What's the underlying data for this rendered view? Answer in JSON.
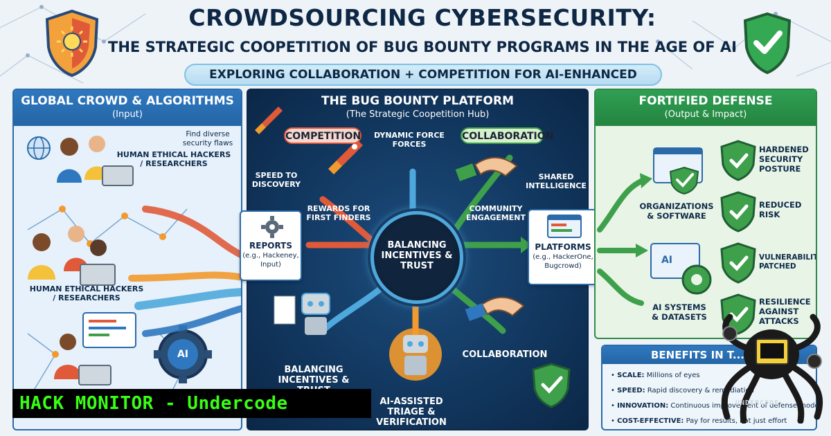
{
  "header": {
    "title": "CROWDSOURCING CYBERSECURITY:",
    "subtitle": "THE STRATEGIC COOPETITION OF BUG BOUNTY PROGRAMS IN THE AGE OF AI",
    "banner": "EXPLORING COLLABORATION + COMPETITION FOR AI-ENHANCED DEFENSE"
  },
  "left_panel": {
    "title": "GLOBAL CROWD & ALGORITHMS",
    "subtitle": "(Input)",
    "note": "Find diverse security flaws",
    "label_top": "HUMAN ETHICAL HACKERS / RESEARCHERS",
    "label_bottom": "HUMAN ETHICAL HACKERS / RESEARCHERS",
    "ai_badge": "AI"
  },
  "center_panel": {
    "title": "THE BUG BOUNTY PLATFORM",
    "subtitle": "(The Strategic Coopetition Hub)",
    "competition": "COMPETITION",
    "collaboration": "COLLABORATION",
    "dynamic_forces": "DYNAMIC FORCE FORCES",
    "speed": "SPEED TO DISCOVERY",
    "rewards": "REWARDS FOR FIRST FINDERS",
    "shared": "SHARED INTELLIGENCE",
    "community": "COMMUNITY ENGAGEMENT",
    "hub": "BALANCING INCENTIVES & TRUST",
    "balancing_bottom": "BALANCING INCENTIVES & TRUST",
    "triage": "AI-ASSISTED TRIAGE & VERIFICATION",
    "collab_bottom": "COLLABORATION",
    "reports_title": "REPORTS",
    "reports_sub": "(e.g., Hackeney, Input)",
    "platforms_title": "PLATFORMS",
    "platforms_sub": "(e.g., HackerOne, Bugcrowd)"
  },
  "right_panel": {
    "title": "FORTIFIED DEFENSE",
    "subtitle": "(Output & Impact)",
    "orgs": "ORGANIZATIONS & SOFTWARE",
    "ai_systems": "AI SYSTEMS & DATASETS",
    "ai_badge": "AI",
    "outcomes": [
      "HARDENED SECURITY POSTURE",
      "REDUCED RISK",
      "VULNERABILITIES PATCHED",
      "RESILIENCE AGAINST ATTACKS"
    ]
  },
  "benefits": {
    "title": "BENEFITS IN T...",
    "items": [
      {
        "key": "SCALE:",
        "text": " Millions of eyes"
      },
      {
        "key": "SPEED:",
        "text": " Rapid discovery & remediation"
      },
      {
        "key": "INNOVATION:",
        "text": " Continuous improvement of defense models"
      },
      {
        "key": "COST-EFFECTIVE:",
        "text": " Pay for results, not just effort"
      }
    ]
  },
  "watermark": "HACK MONITOR - Undercode",
  "logo_text": "UNDERCODE",
  "colors": {
    "navy": "#0d2744",
    "blue": "#2a6aa8",
    "green": "#2f8a45",
    "red": "#e0543a",
    "orange": "#f29a2e",
    "cyan": "#4fa8dc",
    "neon": "#39ff14"
  }
}
